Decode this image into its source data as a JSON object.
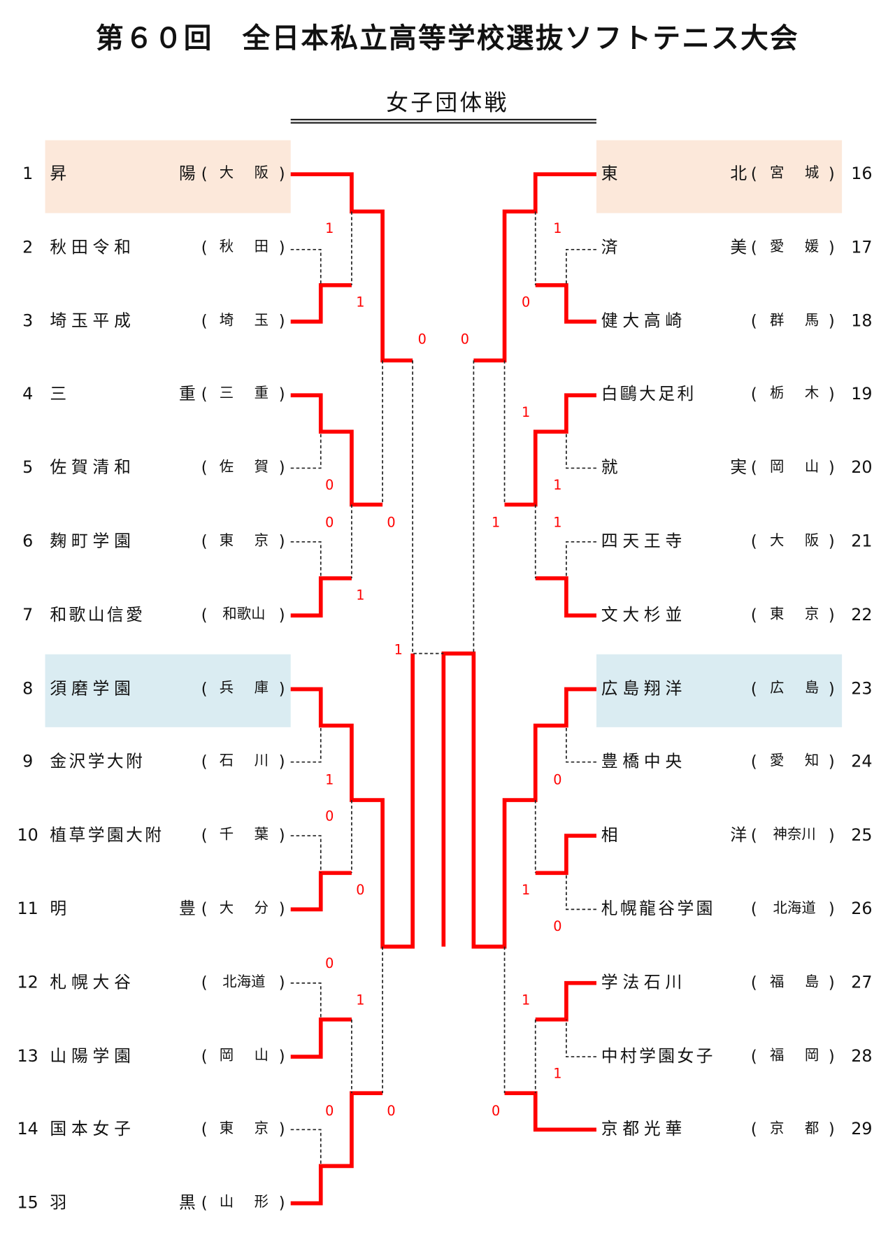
{
  "title": "第６０回　全日本私立高等学校選抜ソフトテニス大会",
  "subtitle": "女子団体戦",
  "paren_open": "(",
  "paren_close": ")",
  "colors": {
    "line": "#ff0000",
    "seed1": "#fce8da",
    "seed2": "#daecf2"
  },
  "teams_left": [
    {
      "no": "1",
      "name": "昇陽",
      "pref": "大阪"
    },
    {
      "no": "2",
      "name": "秋田令和",
      "pref": "秋田"
    },
    {
      "no": "3",
      "name": "埼玉平成",
      "pref": "埼玉"
    },
    {
      "no": "4",
      "name": "三重",
      "pref": "三重"
    },
    {
      "no": "5",
      "name": "佐賀清和",
      "pref": "佐賀"
    },
    {
      "no": "6",
      "name": "麹町学園",
      "pref": "東京"
    },
    {
      "no": "7",
      "name": "和歌山信愛",
      "pref": "和歌山"
    },
    {
      "no": "8",
      "name": "須磨学園",
      "pref": "兵庫"
    },
    {
      "no": "9",
      "name": "金沢学大附",
      "pref": "石川"
    },
    {
      "no": "10",
      "name": "植草学園大附",
      "pref": "千葉"
    },
    {
      "no": "11",
      "name": "明豊",
      "pref": "大分"
    },
    {
      "no": "12",
      "name": "札幌大谷",
      "pref": "北海道"
    },
    {
      "no": "13",
      "name": "山陽学園",
      "pref": "岡山"
    },
    {
      "no": "14",
      "name": "国本女子",
      "pref": "東京"
    },
    {
      "no": "15",
      "name": "羽黒",
      "pref": "山形"
    }
  ],
  "teams_right": [
    {
      "no": "16",
      "name": "東北",
      "pref": "宮城"
    },
    {
      "no": "17",
      "name": "済美",
      "pref": "愛媛"
    },
    {
      "no": "18",
      "name": "健大高崎",
      "pref": "群馬"
    },
    {
      "no": "19",
      "name": "白鷗大足利",
      "pref": "栃木"
    },
    {
      "no": "20",
      "name": "就実",
      "pref": "岡山"
    },
    {
      "no": "21",
      "name": "四天王寺",
      "pref": "大阪"
    },
    {
      "no": "22",
      "name": "文大杉並",
      "pref": "東京"
    },
    {
      "no": "23",
      "name": "広島翔洋",
      "pref": "広島"
    },
    {
      "no": "24",
      "name": "豊橋中央",
      "pref": "愛知"
    },
    {
      "no": "25",
      "name": "相洋",
      "pref": "神奈川"
    },
    {
      "no": "26",
      "name": "札幌龍谷学園",
      "pref": "北海道"
    },
    {
      "no": "27",
      "name": "学法石川",
      "pref": "福島"
    },
    {
      "no": "28",
      "name": "中村学園女子",
      "pref": "福岡"
    },
    {
      "no": "29",
      "name": "京都光華",
      "pref": "京都"
    }
  ],
  "scores": [
    "1",
    "1",
    "0",
    "0",
    "0",
    "0",
    "0",
    "1",
    "1",
    "1",
    "0",
    "0",
    "0",
    "1",
    "0",
    "0",
    "1",
    "0",
    "1",
    "1",
    "1",
    "1",
    "0",
    "1",
    "0",
    "1",
    "1",
    "0"
  ]
}
